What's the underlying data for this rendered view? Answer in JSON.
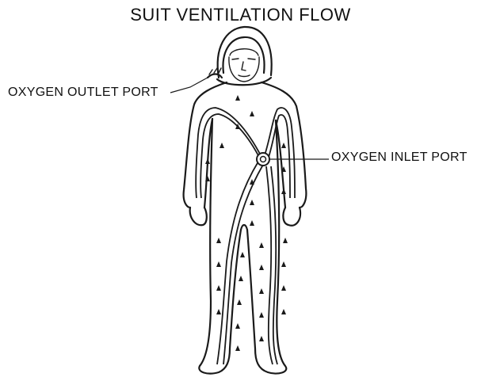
{
  "diagram": {
    "title": "SUIT VENTILATION FLOW",
    "labels": {
      "outlet": "OXYGEN OUTLET PORT",
      "inlet": "OXYGEN INLET PORT"
    }
  }
}
